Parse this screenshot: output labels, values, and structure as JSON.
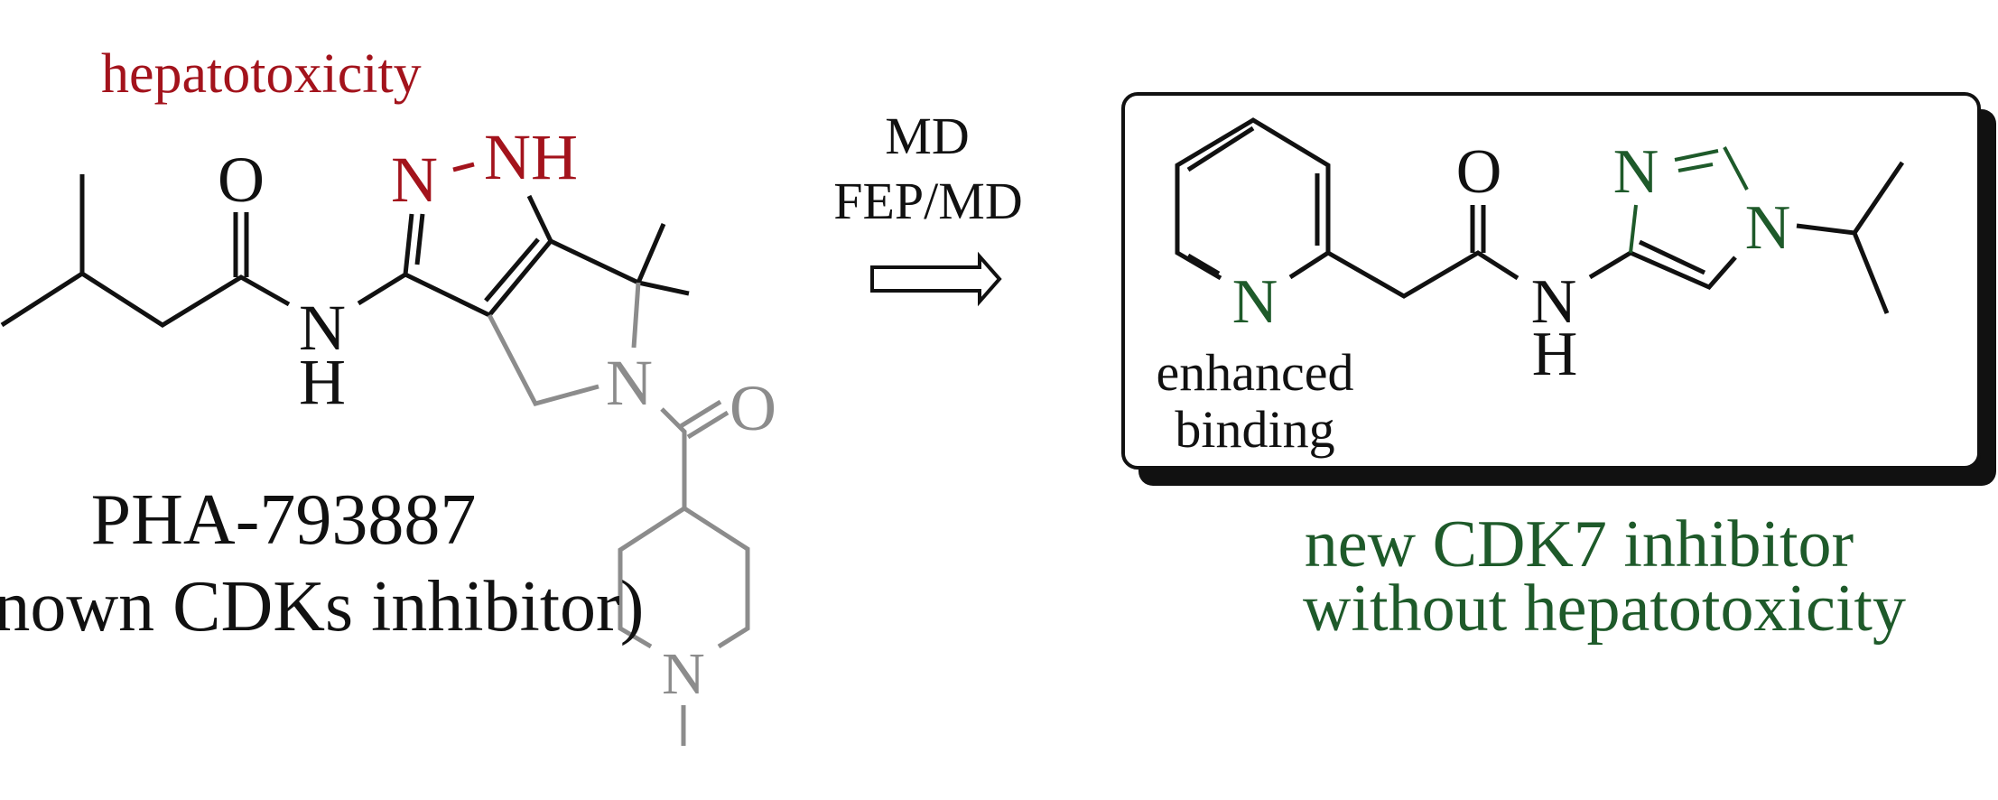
{
  "colors": {
    "toxic": "#a3131c",
    "improved": "#1e5a2a",
    "removed": "#8c8c8c",
    "ink": "#111111"
  },
  "left_molecule": {
    "annotation": "hepatotoxicity",
    "name": "PHA-793887",
    "description": "(known CDKs inhibitor)",
    "atoms": {
      "O1": "O",
      "N_amide": "N",
      "H_amide": "H",
      "N_pyrazole": "N",
      "NH_pyrazole": "NH",
      "N_pyrrolidine": "N",
      "O2": "O",
      "N_piperidine": "N"
    }
  },
  "transformation": {
    "line1": "MD",
    "line2": "FEP/MD",
    "arrow": "open-double-arrow"
  },
  "right_molecule": {
    "annotation_line1": "enhanced",
    "annotation_line2": "binding",
    "caption_line1": "new CDK7 inhibitor",
    "caption_line2": "without hepatotoxicity",
    "atoms": {
      "N_pyridine": "N",
      "O": "O",
      "N_amide": "N",
      "H_amide": "H",
      "N3": "N",
      "N1": "N"
    }
  }
}
